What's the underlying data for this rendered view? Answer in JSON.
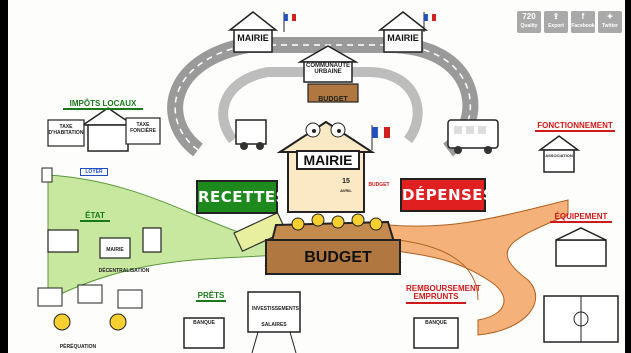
{
  "toolbar": {
    "quality": {
      "icon_text": "720",
      "label": "Quality"
    },
    "export": {
      "icon": "share-icon",
      "label": "Export"
    },
    "facebook": {
      "icon": "facebook-icon",
      "label": "Facebook"
    },
    "twitter": {
      "icon": "twitter-icon",
      "label": "Twitter"
    }
  },
  "scene": {
    "mairie_left": "MAIRIE",
    "mairie_right": "MAIRIE",
    "communaute": "COMMUNAUTÉ URBAINE",
    "budget_top": "BUDGET",
    "mairie_center": "MAIRIE",
    "recettes": "RECETTES",
    "depenses": "DÉPENSES",
    "budget_main": "BUDGET",
    "calendar_day": "15",
    "calendar_month": "AVRIL",
    "budget_board": "BUDGET",
    "impots_locaux": "IMPÔTS LOCAUX",
    "taxe_habitation": "TAXE D'HABITATION",
    "taxe_fonciere": "TAXE FONCIÈRE",
    "loyer": "LOYER",
    "etat": "ÉTAT",
    "mairie_small": "MAIRIE",
    "decentralisation": "DÉCENTRALISATION",
    "perequation": "PÉRÉQUATION",
    "prets": "PRÊTS",
    "banque_left": "BANQUE",
    "investissements": "INVESTISSEMENTS",
    "salaires": "SALAIRES",
    "remboursement": "REMBOURSEMENT EMPRUNTS",
    "banque_right": "BANQUE",
    "fonctionnement": "FONCTIONNEMENT",
    "association": "ASSOCIATION",
    "equipement": "ÉQUIPEMENT"
  },
  "colors": {
    "recettes": "#1e8a1e",
    "depenses": "#e02020",
    "green_flow": "#c8e8a0",
    "orange_flow": "#f4b27a",
    "road": "#9a9a9a",
    "toolbar": "#a9a9a9"
  }
}
